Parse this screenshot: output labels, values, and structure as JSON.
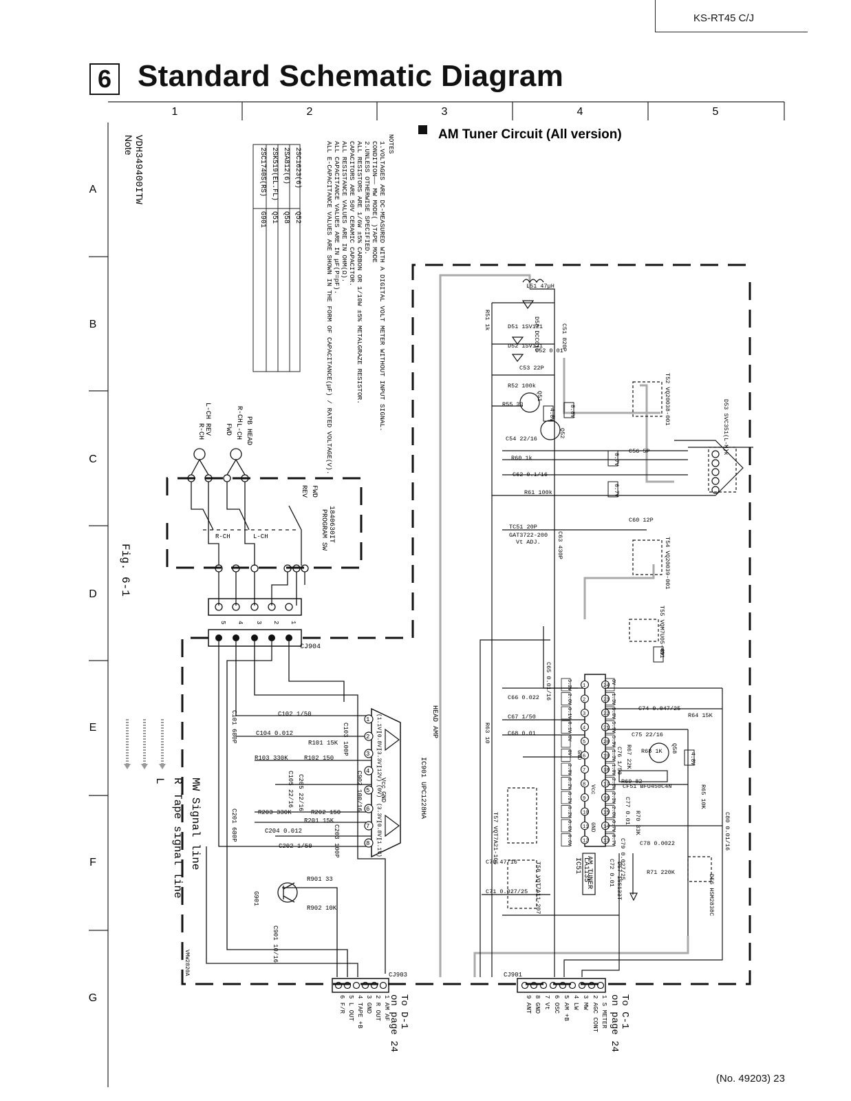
{
  "model": "KS-RT45 C/J",
  "section_number": "6",
  "title": "Standard Schematic Diagram",
  "subtitle": "AM Tuner Circuit (All version)",
  "page_footer": "(No. 49203) 23",
  "grid": {
    "columns": [
      "1",
      "2",
      "3",
      "4",
      "5"
    ],
    "rows": [
      "A",
      "B",
      "C",
      "D",
      "E",
      "F",
      "G"
    ]
  },
  "note_heading": "Note",
  "note_code": "VDH349400ITW",
  "fig_label": "Fig. 6-1",
  "notes": {
    "heading": "NOTES",
    "lines": [
      "1.VOLTAGES ARE DC-MEASURED WITH A DIGITAL VOLT METER WITHOUT INPUT SIGNAL.",
      "CONDITION—— MW MODE( )TAPE MODE",
      "2.UNLESS OTHERWISE SPECIFIED.",
      "ALL RESISTORS ARE 1/6W ±5% CARBON OR 1/10W ±5% METALGRAZE RESISTOR.",
      "CAPACITORS ARE 50V CERAMIC CAPACITOR.",
      "ALL RESISTANCE VALUES ARE IN OHM(Ω).",
      "ALL CAPACITANCE VALUES ARE IN μF(P=pF).",
      "ALL E-CAPACITANCE VALUES ARE SHOWN IN THE FORM OF CAPACITANCE(μF) / RATED VOLTAGE(V)."
    ]
  },
  "transistor_table": [
    [
      "2SC1623(6)",
      "Q52"
    ],
    [
      "2SA812(6)",
      "Q58"
    ],
    [
      "2SK519(EL.FL)",
      "Q51"
    ],
    [
      "2SC1740S(RS)",
      "G901"
    ]
  ],
  "legend": [
    {
      "sym": "L",
      "label": "Tape signal line"
    },
    {
      "sym": "R",
      "label": ""
    },
    {
      "sym": "",
      "label": "MW Signal line"
    }
  ],
  "pb_head": {
    "title": "PB HEAD",
    "labels": [
      "R-CH",
      "L-CH",
      "REV",
      "FWD",
      "L-CH",
      "R-CH"
    ]
  },
  "program_sw": {
    "part": "1840630IT",
    "label": "PROGRAM SW",
    "fwd": "FWD",
    "rev": "REV",
    "rch": "R-CH",
    "lch": "L-CH"
  },
  "connectors": {
    "cj904": {
      "name": "CJ904",
      "pins": [
        "5",
        "4",
        "3",
        "2",
        "1"
      ]
    },
    "cj903": {
      "name": "CJ903",
      "pins": [
        "6 F/R",
        "5 L OUT",
        "4 TAPE +B",
        "3 GND",
        "2 R OUT",
        "1 AM AF"
      ],
      "to": "To D-1",
      "page": "on page 24"
    },
    "cj901": {
      "name": "CJ901",
      "pins": [
        "9 ANT",
        "8 GND",
        "7 Vt",
        "6 OSC",
        "5 AM +B",
        "4 LW",
        "3 MW",
        "2 AGC CONT",
        "1 S METER"
      ],
      "to": "To C-1",
      "page": "on page 24"
    }
  },
  "board_code": "VMW2820A",
  "ic901": {
    "name": "IC901 UPC1228HA",
    "func": "HEAD AMP",
    "pins": [
      "1",
      "2",
      "3",
      "4",
      "5",
      "6",
      "7",
      "8"
    ],
    "voltages": [
      "(1.1V)",
      "(0.8V)",
      "(3.3V)",
      "(12V)",
      "(0V)",
      "(3.3V)",
      "(0.8V)",
      "(1.1V)"
    ],
    "pin_labels": {
      "vcc": "Vcc",
      "gnd": "GND"
    }
  },
  "ic51": {
    "name": "IC51",
    "part": "LA1135",
    "func": "AM TUNER",
    "left_pins": [
      "1",
      "2",
      "3",
      "4",
      "5",
      "6",
      "7",
      "8",
      "9",
      "10",
      "11",
      "12"
    ],
    "right_pins": [
      "24",
      "23",
      "22",
      "21",
      "20",
      "19",
      "18",
      "17",
      "16",
      "15",
      "14",
      "13"
    ],
    "left_volts": [
      "5.2V",
      "2.0V",
      "0.1V",
      "0.1V",
      "0V",
      "0V",
      "2.0V",
      "8.2V",
      "8.2V",
      "8.2V",
      "0.6V",
      "0.6V"
    ],
    "right_volts": [
      "0V",
      "1.3V",
      "5.8V",
      "5.9V",
      "5.9V",
      "1.3V",
      "1.0V",
      "2.3V",
      "2.3V",
      "2.0V",
      "0.7V",
      "0.7V"
    ],
    "pin_labels": {
      "gnd": "GND",
      "vcc": "Vcc"
    }
  },
  "head_amp_components": [
    "C101 680P",
    "C102 1/50",
    "C104 0.012",
    "R101 15K",
    "C103 100P",
    "R103 330K",
    "R102 150",
    "C902 100/16",
    "C105 22/16",
    "C205 22/16",
    "R203 330K",
    "R202 150",
    "R201 15K",
    "C201 680P",
    "C203 100P",
    "C204 0.012",
    "C202 1/50",
    "R901 33",
    "R902 10K",
    "C901 10/16",
    "G901"
  ],
  "tuner_components": {
    "L51": "47μH",
    "R51": "1k",
    "D58": "DCC010",
    "C51": "820P",
    "D51": "1SV121",
    "D52": "1SV121",
    "C52": "0.01",
    "C53": "22P",
    "R52": "100k",
    "Q51": "Q51",
    "R55": "33",
    "Q52": "Q52",
    "C54": "22/16",
    "R60": "1k",
    "C62": "0.1/16",
    "R61": "100k",
    "TC51": "20P",
    "TC51_part": "GAT3722-200",
    "TC51_func": "Vt ADJ.",
    "C63": "430P",
    "C56": "5P",
    "C60": "12P",
    "T52": "VQ20038-001",
    "T54": "VQ20039-001",
    "T55": "VQM7U05-401",
    "D53": "SVC351(L-M)k",
    "C65": "0.01/16",
    "C66": "0.022",
    "C67": "1/50",
    "C68": "0.01",
    "R63": "10",
    "C74": "0.047/25",
    "R64": "15K",
    "C75": "22/16",
    "R68": "1K",
    "Q58": "Q58",
    "R67": "22K",
    "R69": "82",
    "CF51": "BFU450C4N",
    "R65": "10K",
    "C80": "0.01/16",
    "C76": "1/50",
    "C77": "0.01",
    "R70": "33K",
    "C78": "0.0022",
    "C79": "0.027/25",
    "C72": "0.01",
    "R71": "220K",
    "D56": "HSM2838C",
    "D57": "1SS133T",
    "T57": "VQT7A21-105",
    "T58": "VQT7A11-207",
    "C70": "47/16",
    "C71": "0.027/25"
  },
  "tuner_volts": [
    "8.8V",
    "4.8V",
    "0.7V",
    "6.7V",
    "0V",
    "4.8V"
  ]
}
